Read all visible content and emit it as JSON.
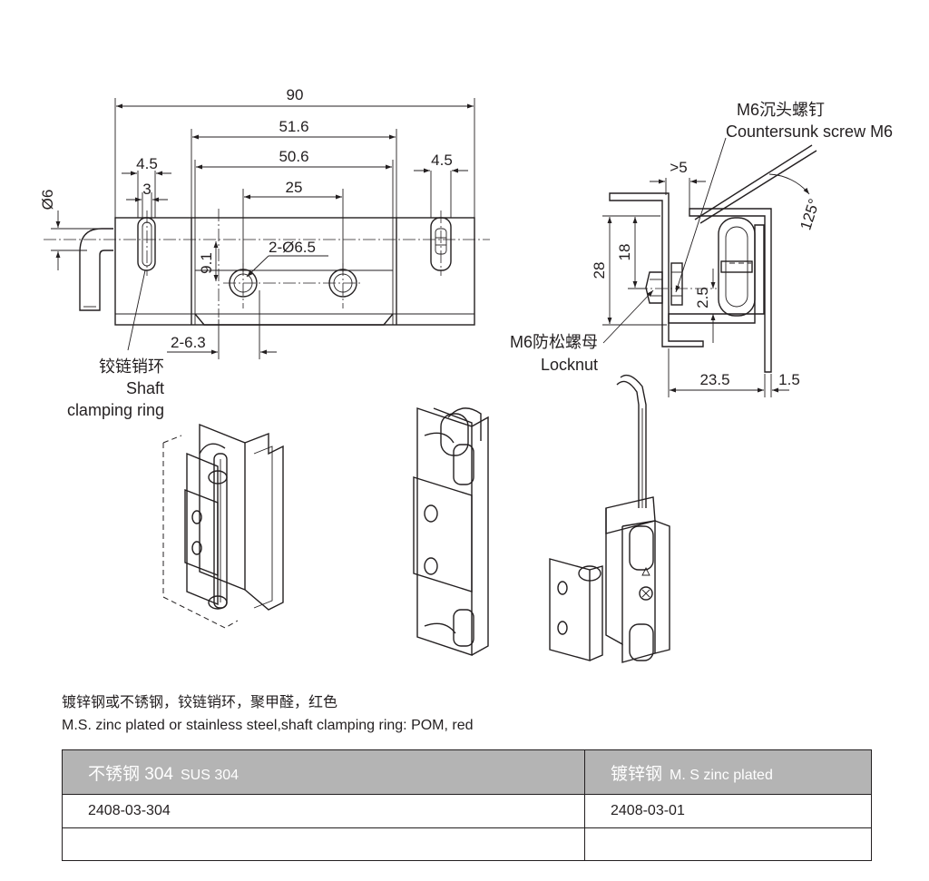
{
  "dimensions": {
    "overall_width": "90",
    "width_a": "51.6",
    "width_b": "50.6",
    "hole_spacing": "25",
    "end_left": "4.5",
    "slot_width": "3",
    "end_right": "4.5",
    "shaft_diameter": "Ø6",
    "hole_height": "9.1",
    "holes": "2-Ø6.5",
    "hole_offset": "2-6.3",
    "depth": "28",
    "height": "18",
    "clearance": ">5",
    "gap": "2.5",
    "side_width": "23.5",
    "thickness": "1.5",
    "angle": "125°"
  },
  "labels": {
    "screw_cn": "M6沉头螺钉",
    "screw_en": "Countersunk screw M6",
    "nut_cn": "M6防松螺母",
    "nut_en": "Locknut",
    "ring_cn": "铰链销环",
    "ring_en_1": "Shaft",
    "ring_en_2": "clamping ring"
  },
  "material": {
    "cn": "镀锌钢或不锈钢，铰链销环，聚甲醛，红色",
    "en": "M.S. zinc plated or stainless steel,shaft clamping ring: POM, red"
  },
  "table": {
    "col1_cn": "不锈钢 304",
    "col1_en": "SUS 304",
    "col2_cn": "镀锌钢",
    "col2_en": "M. S  zinc  plated",
    "row1": [
      "2408-03-304",
      "2408-03-01"
    ],
    "row2": [
      "",
      ""
    ]
  }
}
